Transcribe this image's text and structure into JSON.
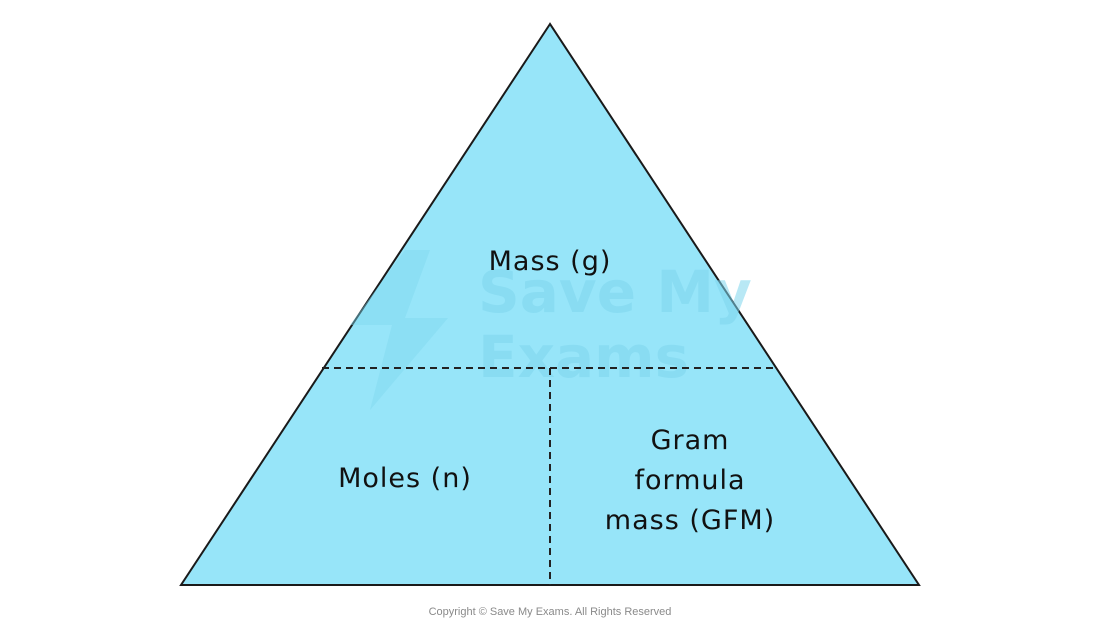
{
  "diagram": {
    "top_label": "Mass (g)",
    "left_label": "Moles (n)",
    "right_label_lines": [
      "Gram",
      "formula",
      "mass (GFM)"
    ],
    "colors": {
      "fill": "#97e5f9",
      "stroke": "#1a1a1a",
      "watermark": "#7fd6ee"
    }
  },
  "watermark": {
    "line1": "Save My",
    "line2": "Exams"
  },
  "footer": {
    "copyright": "Copyright © Save My Exams. All Rights Reserved"
  }
}
